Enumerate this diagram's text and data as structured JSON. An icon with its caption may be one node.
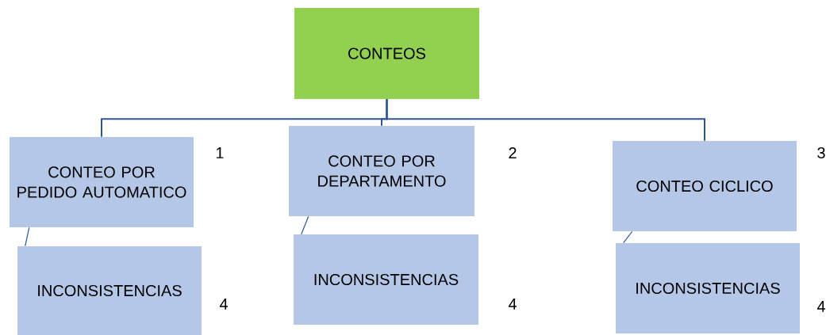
{
  "diagram": {
    "nodes": [
      {
        "text": [
          "CONTEOS"
        ]
      },
      {
        "text": [
          "CONTEO POR PEDIDO AUTOMATICO"
        ],
        "beside": [
          "1"
        ]
      },
      {
        "text": [
          "INCONSISTENCIAS"
        ],
        "beside": [
          "4"
        ]
      },
      {
        "text": [
          "CONTEO POR DEPARTAMENTO"
        ],
        "beside": [
          "2"
        ]
      },
      {
        "text": [
          "INCONSISTENCIAS"
        ],
        "beside": [
          "4"
        ]
      },
      {
        "text": [
          "CONTEO CICLICO"
        ],
        "beside": [
          "3"
        ]
      },
      {
        "text": [
          "INCONSISTENCIAS"
        ],
        "beside": [
          "4"
        ]
      }
    ],
    "edges": [
      {
        "from": 0,
        "to": 1,
        "arrow": "none"
      },
      {
        "from": 0,
        "to": 3,
        "arrow": "none"
      },
      {
        "from": 0,
        "to": 5,
        "arrow": "none"
      },
      {
        "from": 1,
        "to": 2,
        "arrow": "none"
      },
      {
        "from": 3,
        "to": 4,
        "arrow": "none"
      },
      {
        "from": 5,
        "to": 6,
        "arrow": "none"
      }
    ]
  }
}
